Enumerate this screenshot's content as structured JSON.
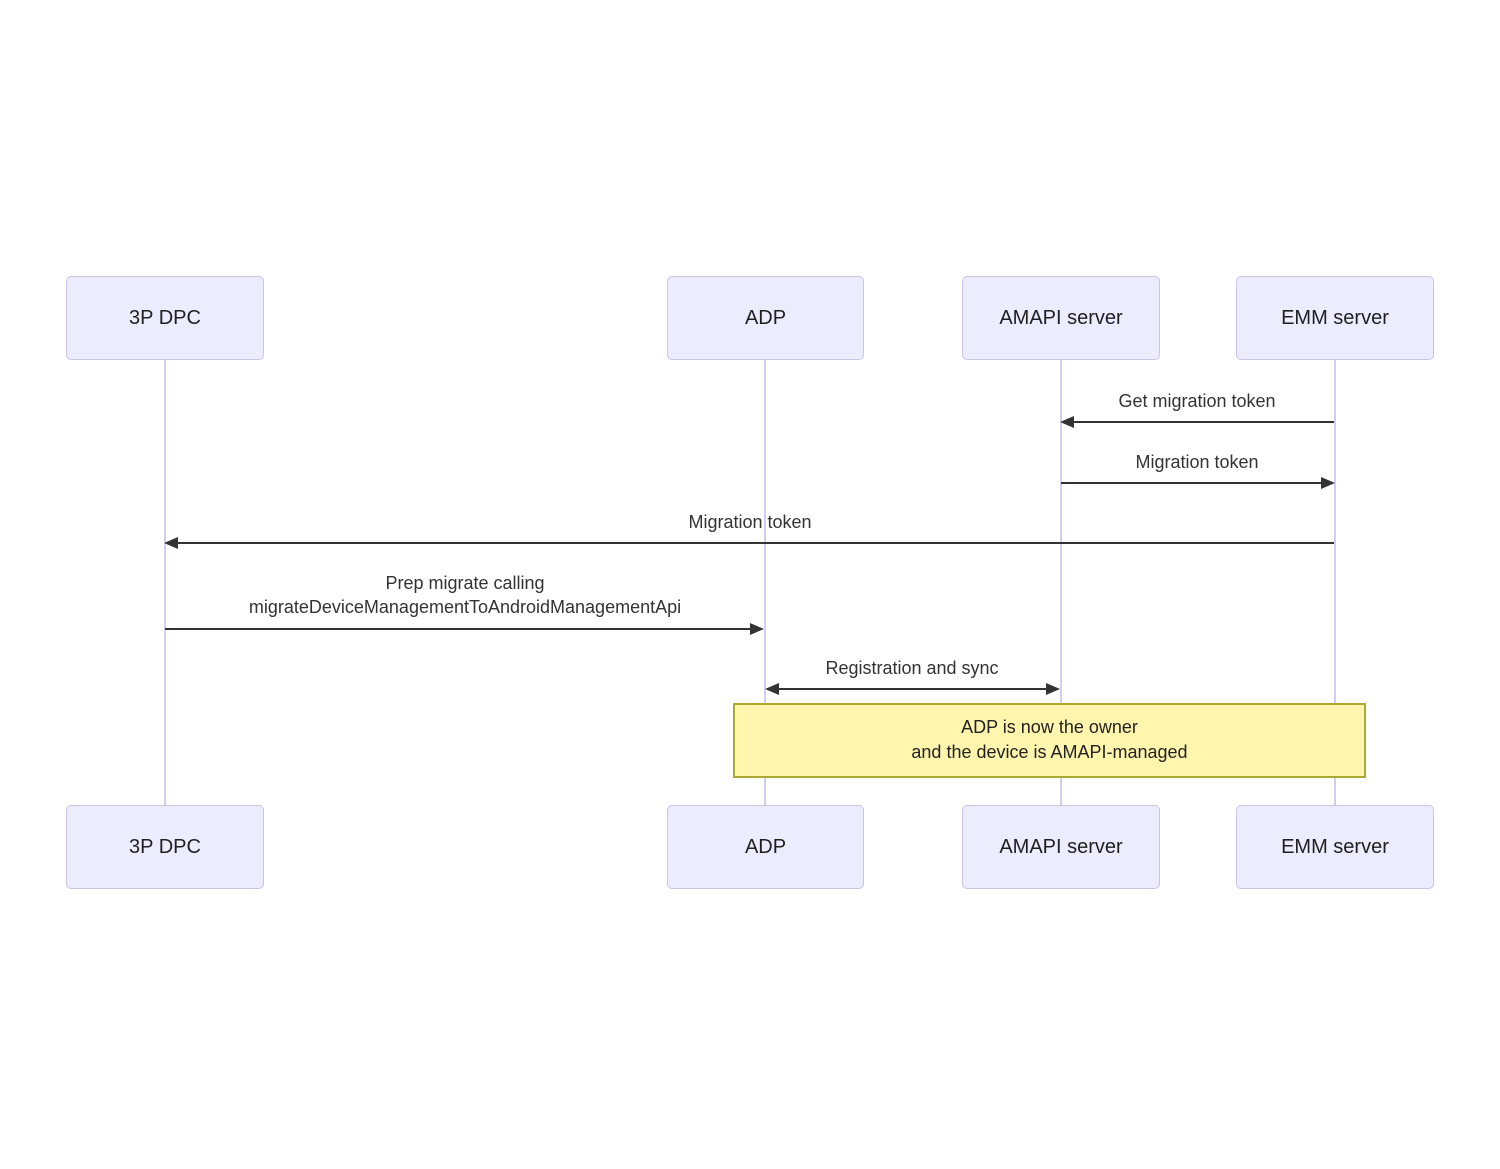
{
  "diagram": {
    "type": "sequence",
    "actors": [
      {
        "id": "3p-dpc",
        "label": "3P DPC"
      },
      {
        "id": "adp",
        "label": "ADP"
      },
      {
        "id": "amapi-server",
        "label": "AMAPI server"
      },
      {
        "id": "emm-server",
        "label": "EMM server"
      }
    ],
    "messages": [
      {
        "from": "EMM server",
        "to": "AMAPI server",
        "direction": "left",
        "label": "Get migration token"
      },
      {
        "from": "AMAPI server",
        "to": "EMM server",
        "direction": "right",
        "label": "Migration token"
      },
      {
        "from": "EMM server",
        "to": "3P DPC",
        "direction": "left",
        "label": "Migration token"
      },
      {
        "from": "3P DPC",
        "to": "ADP",
        "direction": "right",
        "lines": [
          "Prep migrate calling",
          "migrateDeviceManagementToAndroidManagementApi"
        ]
      },
      {
        "from": "ADP",
        "to": "AMAPI server",
        "direction": "both",
        "label": "Registration and sync"
      }
    ],
    "note": {
      "over": "ADP, AMAPI server, EMM server",
      "lines": [
        "ADP is now the owner",
        "and the device is AMAPI-managed"
      ]
    },
    "colors": {
      "actor_fill": "#ECECFF",
      "actor_border": "#CCC3EA",
      "lifeline": "#D6CCF0",
      "arrow": "#333333",
      "message_text": "#333333",
      "note_fill": "#FFF5AD",
      "note_border": "#AAAA33",
      "background": "#FFFFFF"
    }
  }
}
